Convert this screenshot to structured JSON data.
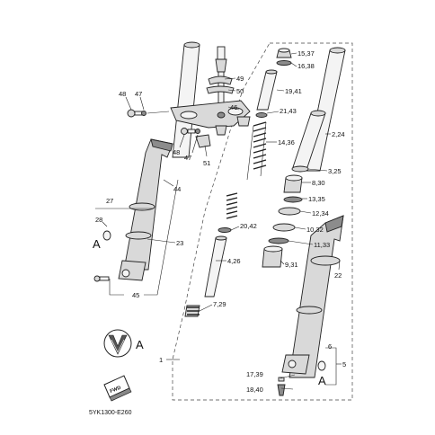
{
  "diagram_code": "5YK1300-E260",
  "labels": {
    "p15_37": "15,37",
    "p16_38": "16,38",
    "p19_41": "19,41",
    "p21_43": "21,43",
    "p2_24": "2,24",
    "p3_25": "3,25",
    "p8_30": "8,30",
    "p13_35": "13,35",
    "p12_34": "12,34",
    "p10_32": "10,32",
    "p11_33": "11,33",
    "p9_31": "9,31",
    "p22": "22",
    "p14_36": "14,36",
    "p20_42": "20,42",
    "p4_26": "4,26",
    "p7_29": "7,29",
    "p49": "49",
    "p50": "50",
    "p46": "46",
    "p48a": "48",
    "p47a": "47",
    "p48b": "48",
    "p47b": "47",
    "p51": "51",
    "p44": "44",
    "p27": "27",
    "p28": "28",
    "p23": "23",
    "p45": "45",
    "p1": "1",
    "p6": "6",
    "p5": "5",
    "p17_39": "17,39",
    "p18_40": "18,40",
    "ref_a_left": "A",
    "ref_a_right": "A",
    "ref_a_logo": "A"
  },
  "fwd_mark": "FWD"
}
